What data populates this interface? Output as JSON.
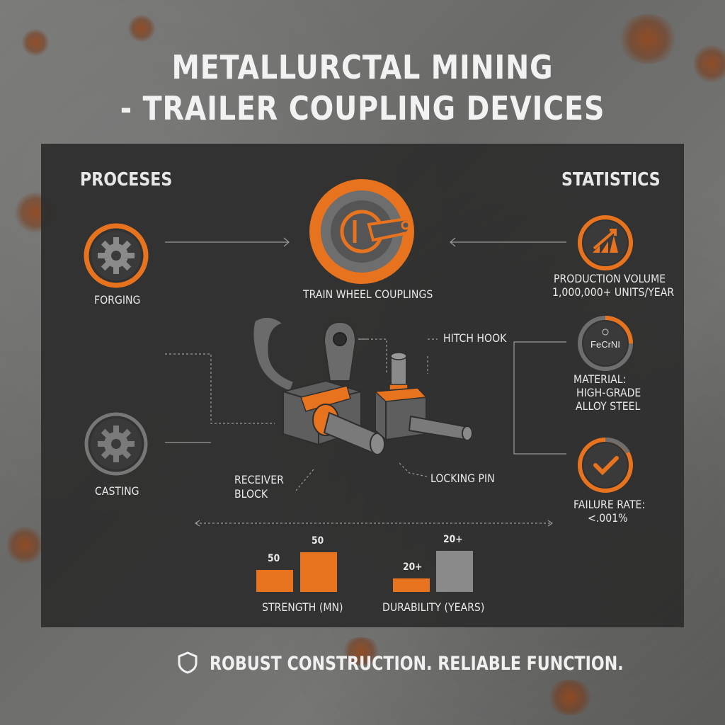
{
  "title": {
    "line1": "METALLURCTAL MINING",
    "line2": "- TRAILER COUPLING DEVICES"
  },
  "processes": {
    "heading": "PROCESES",
    "items": [
      {
        "label": "FORGING",
        "icon": "gear-icon"
      },
      {
        "label": "CASTING",
        "icon": "gear-icon"
      }
    ]
  },
  "center": {
    "main_label": "TRAIN WHEEL COUPLINGS",
    "callouts": {
      "hitch_hook": "HITCH HOOK",
      "receiver_block_line1": "RECEIVER",
      "receiver_block_line2": "BLOCK",
      "locking_pin": "LOCKING PIN"
    }
  },
  "statistics": {
    "heading": "STATISTICS",
    "items": [
      {
        "icon": "trend-up-icon",
        "line1": "PRODUCTION VOLUME",
        "line2": "1,000,000+ UNITS/YEAR"
      },
      {
        "icon": "alloy-icon",
        "icon_text": "FeCrNI",
        "line1": "MATERIAL:",
        "line2": "HIGH-GRADE",
        "line3": "ALLOY STEEL"
      },
      {
        "icon": "checkmark-icon",
        "line1": "FAILURE RATE:",
        "line2": "<.001%"
      }
    ]
  },
  "chart_data": [
    {
      "type": "bar",
      "categories": [
        "",
        ""
      ],
      "values": [
        50,
        50
      ],
      "value_labels": [
        "50",
        "50"
      ],
      "xlabel": "STRENGTH (MN)",
      "colors": [
        "#e8731e",
        "#e8731e"
      ]
    },
    {
      "type": "bar",
      "categories": [
        "",
        ""
      ],
      "values": [
        20,
        20
      ],
      "value_labels": [
        "20+",
        "20+"
      ],
      "xlabel": "DURABILITY (YEARS)",
      "colors": [
        "#e8731e",
        "#8a8a8a"
      ]
    }
  ],
  "footer": {
    "text": "ROBUST CONSTRUCTION. RELIABLE FUNCTION.",
    "icon": "shield-icon"
  },
  "colors": {
    "accent": "#e8731e",
    "panel": "#2d2d2d",
    "text": "#e8e8e8"
  }
}
